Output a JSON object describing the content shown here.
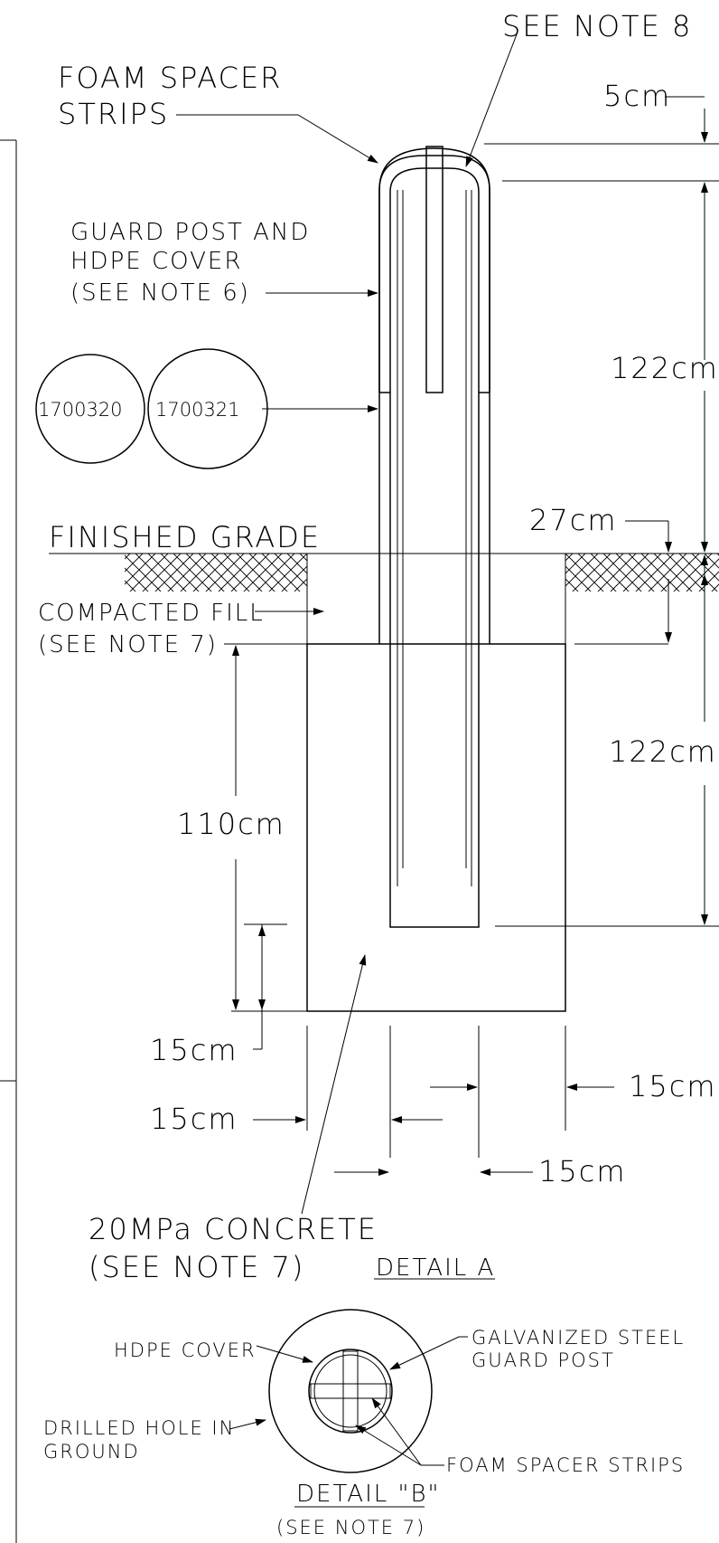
{
  "labels": {
    "see_note_8": "SEE NOTE 8",
    "foam_spacer_1": "FOAM SPACER",
    "foam_spacer_2": "STRIPS",
    "dim_5cm": "5cm",
    "guard_post_1": "GUARD POST AND",
    "guard_post_2": "HDPE COVER",
    "guard_post_3": "(SEE NOTE 6)",
    "dim_122_top": "122cm",
    "callout_a": "1700320",
    "callout_b": "1700321",
    "dim_27cm": "27cm",
    "finished_grade": "FINISHED GRADE",
    "compacted_fill_1": "COMPACTED FILL",
    "compacted_fill_2": "(SEE NOTE 7)",
    "dim_122_bottom": "122cm",
    "dim_110cm": "110cm",
    "dim_15_bottom": "15cm",
    "dim_15_left": "15cm",
    "dim_15_right": "15cm",
    "dim_15_center": "15cm",
    "concrete_1": "20MPa CONCRETE",
    "concrete_2": "(SEE NOTE 7)",
    "detail_a": "DETAIL A",
    "hdpe_cover": "HDPE COVER",
    "galv_1": "GALVANIZED STEEL",
    "galv_2": "GUARD POST",
    "drilled_1": "DRILLED HOLE IN",
    "drilled_2": "GROUND",
    "foam_strips": "FOAM SPACER STRIPS",
    "detail_b": "DETAIL \"B\"",
    "detail_b_note": "(SEE NOTE 7)"
  }
}
